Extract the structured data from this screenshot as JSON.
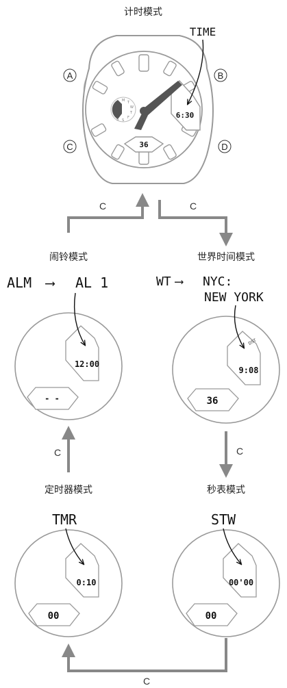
{
  "modes": {
    "timekeeping": "计时模式",
    "alarm": "闹铃模式",
    "world_time": "世界时间模式",
    "timer": "定时器模式",
    "stopwatch": "秒表模式"
  },
  "buttons": {
    "a": "A",
    "b": "B",
    "c": "C",
    "d": "D"
  },
  "arrows": {
    "c1": "C",
    "c2": "C",
    "c3": "C",
    "c4": "C",
    "c5": "C"
  },
  "main_watch": {
    "indicator": "TIME",
    "time": "6:30",
    "bottom": "36",
    "dial_letters": [
      "M",
      "T",
      "W",
      "T",
      "F",
      "S",
      "S"
    ]
  },
  "alarm_watch": {
    "indicator_from": "ALM",
    "indicator_to": "AL 1",
    "time": "12:00",
    "bottom": "- -"
  },
  "world_watch": {
    "indicator_from": "WT",
    "indicator_to": "NYC:",
    "city": "NEW YORK",
    "dst": "DST",
    "time": "9:08",
    "bottom": "36"
  },
  "timer_watch": {
    "indicator": "TMR",
    "time": "0:10",
    "bottom": "00"
  },
  "stopwatch_watch": {
    "indicator": "STW",
    "time": "00'00",
    "bottom": "00"
  },
  "colors": {
    "arrow": "#888888",
    "outline": "#999999",
    "hand": "#555555",
    "button": "#aaaaaa"
  }
}
